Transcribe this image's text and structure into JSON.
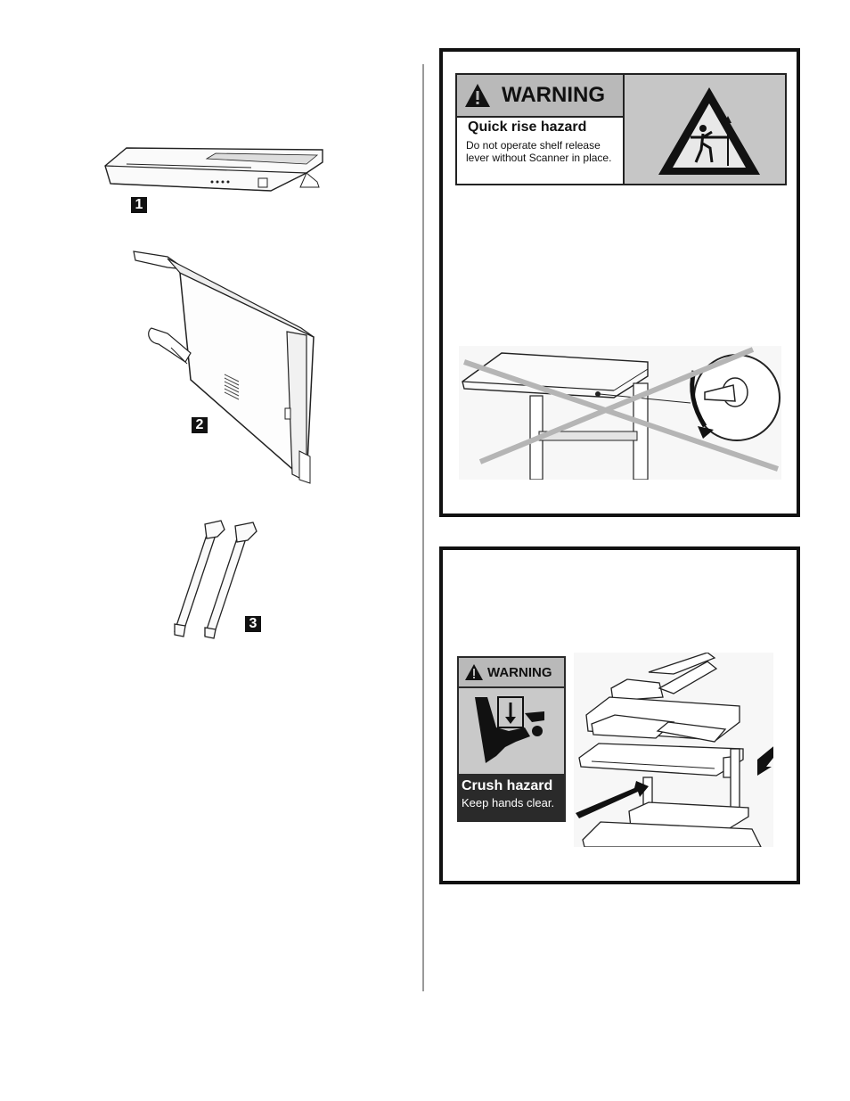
{
  "items": [
    {
      "number": "1"
    },
    {
      "number": "2"
    },
    {
      "number": "3"
    }
  ],
  "quick_rise_label": {
    "signal_word": "WARNING",
    "hazard_title": "Quick rise hazard",
    "instruction_line1": "Do not operate shelf release",
    "instruction_line2": "lever without Scanner in place."
  },
  "crush_label": {
    "signal_word": "WARNING",
    "hazard_title": "Crush hazard",
    "instruction": "Keep hands clear."
  },
  "colors": {
    "frame": "#111111",
    "warning_bar": "#b9b9b9",
    "cross_out": "#b5b5b5",
    "crush_panel": "#2a2a2a"
  }
}
